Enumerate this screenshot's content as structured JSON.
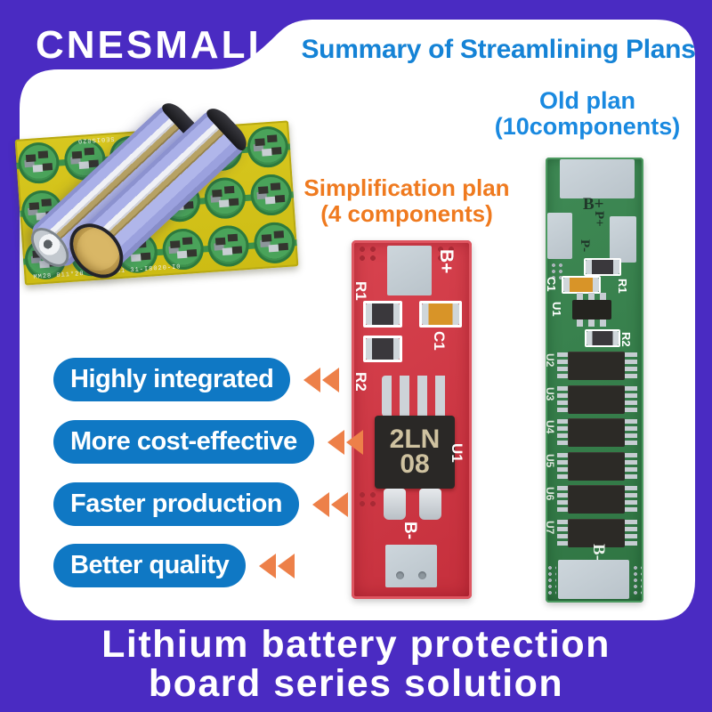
{
  "colors": {
    "purple": "#4a2bc2",
    "blue": "#1583d6",
    "blue2": "#1989e0",
    "orange": "#ef7a1f",
    "arrow": "#ed8049",
    "pill": "#0f78c4",
    "redboard": "#ce3641",
    "greenboard": "#397f4c"
  },
  "brand": {
    "logo": "CNESMALL"
  },
  "header": {
    "title": "Summary of Streamlining Plans"
  },
  "plans": {
    "old": {
      "line1": "Old plan",
      "line2": "(10components)"
    },
    "simplified": {
      "line1": "Simplification plan",
      "line2": "(4 components)"
    }
  },
  "benefits": [
    {
      "label": "Highly integrated"
    },
    {
      "label": "More cost-effective"
    },
    {
      "label": "Faster production"
    },
    {
      "label": "Better quality"
    }
  ],
  "red_board": {
    "b_plus": "B+",
    "r1": "R1",
    "c1": "C1",
    "r2": "R2",
    "u1": "U1",
    "b_minus": "B-",
    "chip_line1": "2LN",
    "chip_line2": "08"
  },
  "green_board": {
    "b_plus": "B+",
    "p_plus": "P+",
    "p_minus": "P-",
    "r1": "R1",
    "c1": "C1",
    "u1": "U1",
    "r2": "R2",
    "b_minus": "B-",
    "ic_labels": [
      "U2",
      "U3",
      "U4",
      "U5",
      "U6",
      "U7"
    ]
  },
  "photo": {
    "silkscreen_top": "SE01S020",
    "silkscreen_bottom": "MM28 811*28 02/62 S1 31-I8020-I0"
  },
  "footer": {
    "line1": "Lithium battery protection",
    "line2": "board series solution"
  }
}
